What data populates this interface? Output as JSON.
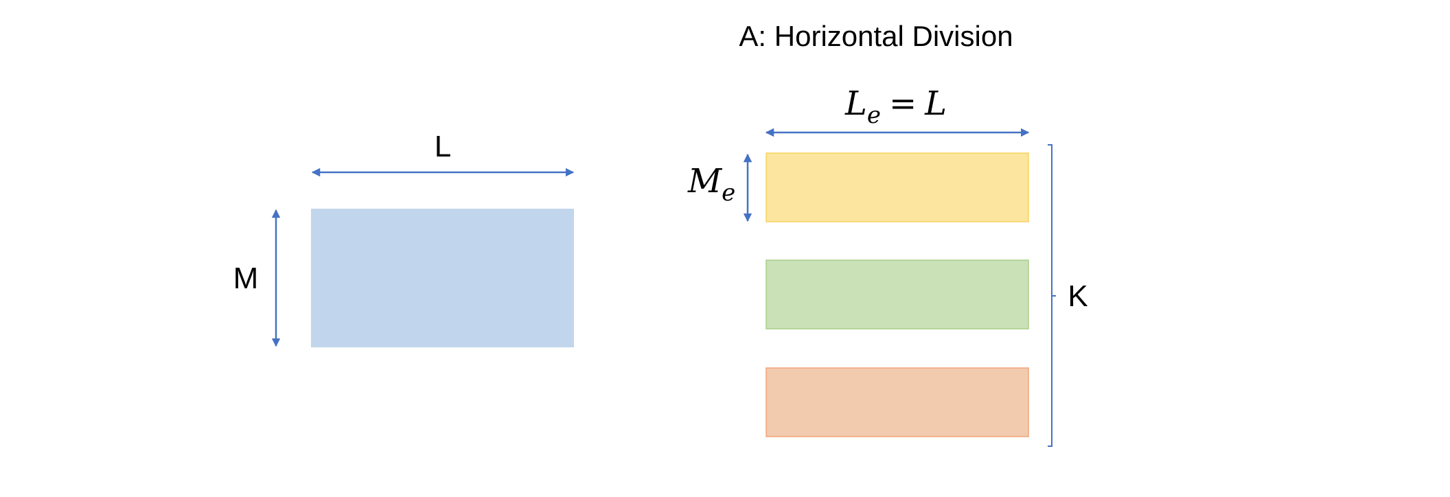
{
  "title": "A: Horizontal Division",
  "colors": {
    "arrow": "#4472c4",
    "original_block_fill": "#c1d6ec",
    "slice_1_fill": "#fbe59f",
    "slice_1_stroke": "#f6d35e",
    "slice_2_fill": "#cae0b6",
    "slice_2_stroke": "#a9cf8a",
    "slice_3_fill": "#f2cbae",
    "slice_3_stroke": "#f0a57a"
  },
  "original": {
    "width_label": "L",
    "height_label": "M"
  },
  "divided": {
    "width_label": {
      "left_var": "L",
      "left_sub": "e",
      "equals": "=",
      "right_var": "L"
    },
    "height_label": {
      "var": "M",
      "sub": "e"
    },
    "count_label": "K",
    "slice_count": 3
  }
}
